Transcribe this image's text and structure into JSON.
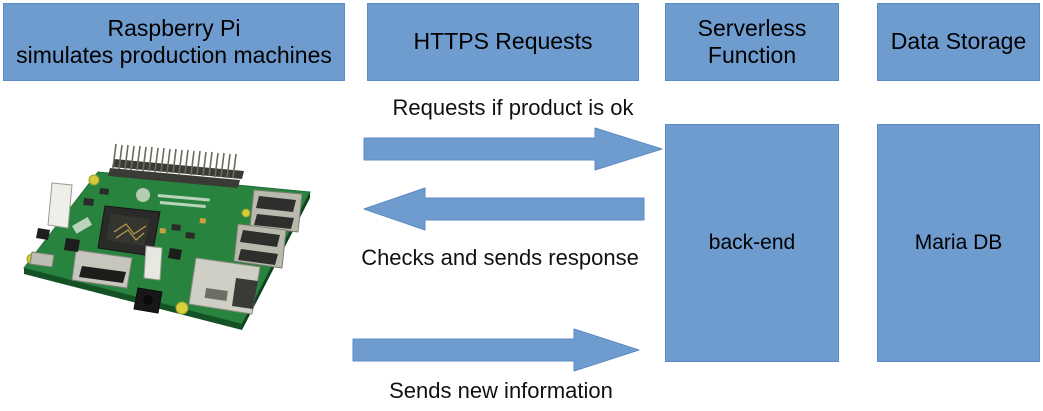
{
  "diagram": {
    "title": "Raspberry Pi to serverless back-end architecture flow",
    "colors": {
      "box_fill": "#6f9ccf",
      "box_border": "#5b8ac4",
      "arrow_fill": "#6f9ccf",
      "arrow_stroke": "#5b8ac4",
      "text": "#000000",
      "background": "#ffffff"
    },
    "header_boxes": [
      {
        "id": "raspberry-pi",
        "label": "Raspberry Pi\nsimulates production machines"
      },
      {
        "id": "https-requests",
        "label": "HTTPS Requests"
      },
      {
        "id": "serverless-function",
        "label": "Serverless\nFunction"
      },
      {
        "id": "data-storage",
        "label": "Data Storage"
      }
    ],
    "tall_boxes": [
      {
        "id": "back-end",
        "label": "back-end"
      },
      {
        "id": "maria-db",
        "label": "Maria DB"
      }
    ],
    "arrows": [
      {
        "id": "requests-if-product-is-ok",
        "label": "Requests if product is ok",
        "direction": "right",
        "label_position": "above"
      },
      {
        "id": "checks-and-sends-response",
        "label": "Checks and sends response",
        "direction": "left",
        "label_position": "below"
      },
      {
        "id": "sends-new-information",
        "label": "Sends new information",
        "direction": "right",
        "label_position": "below"
      }
    ],
    "photo": {
      "id": "raspberry-pi-board-photo",
      "alt": "Raspberry Pi 3 Model B single-board computer photograph"
    }
  }
}
